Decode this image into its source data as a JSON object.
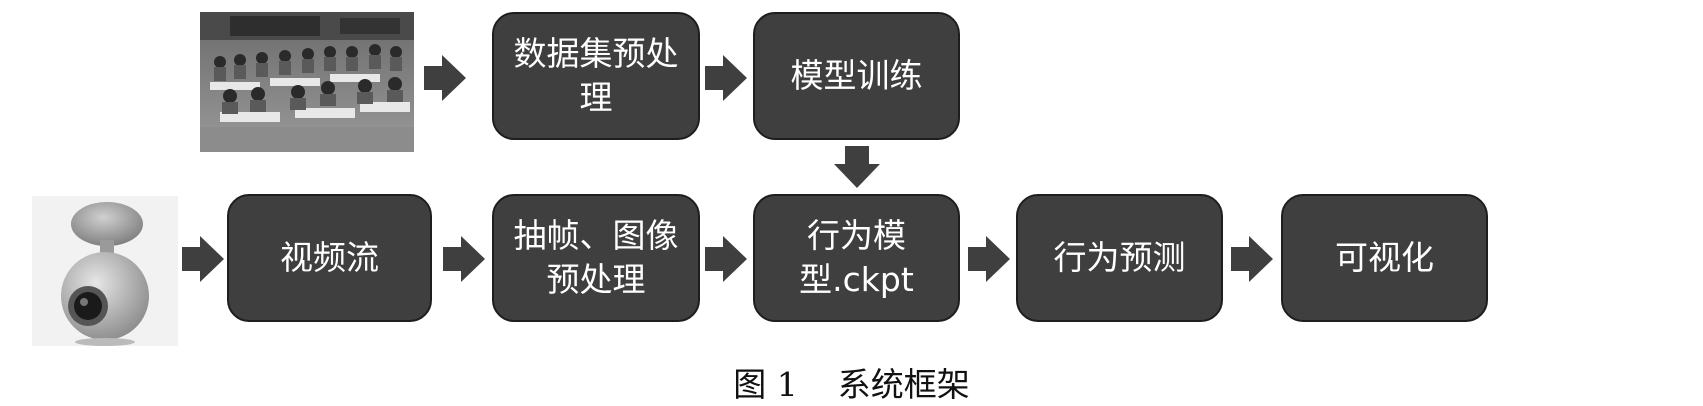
{
  "diagram": {
    "nodes": {
      "preprocess": "数据集预处理",
      "training": "模型训练",
      "video_stream": "视频流",
      "frame_extract": "抽帧、图像预处理",
      "behavior_model": "行为模型.ckpt",
      "behavior_predict": "行为预测",
      "visualize": "可视化"
    },
    "icons": {
      "classroom_photo": "classroom-photo",
      "camera": "webcam-icon",
      "arrow": "block-arrow"
    },
    "colors": {
      "box_fill": "#3f3f3f",
      "box_text": "#ffffff",
      "arrow_fill": "#3f3f3f"
    }
  },
  "caption": {
    "figure_number": "图 1",
    "title": "系统框架"
  }
}
